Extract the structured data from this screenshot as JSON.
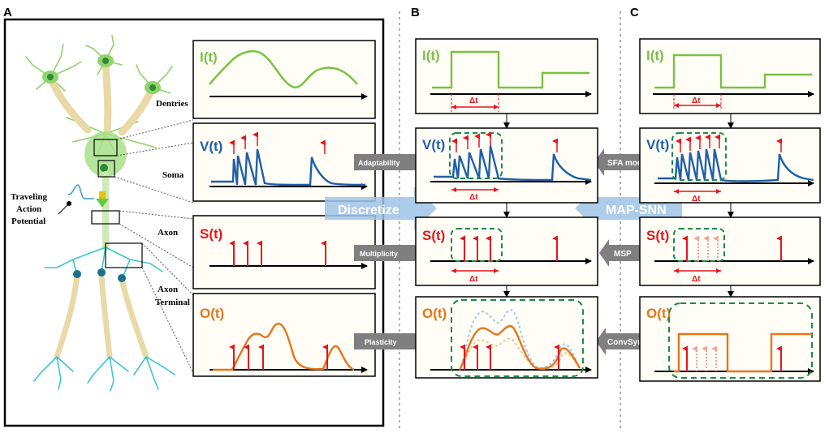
{
  "panels": {
    "a": {
      "letter": "A"
    },
    "b": {
      "letter": "B"
    },
    "c": {
      "letter": "C"
    }
  },
  "neuron_labels": {
    "dentries": "Dentries",
    "soma": "Soma",
    "traveling_1": "Traveling",
    "traveling_2": "Action",
    "traveling_3": "Potential",
    "axon": "Axon",
    "axon_terminal_1": "Axon",
    "axon_terminal_2": "Terminal"
  },
  "signals": {
    "current": "I(t)",
    "voltage": "V(t)",
    "spikes": "S(t)",
    "output": "O(t)"
  },
  "delta": "Δt",
  "arrows": {
    "adaptability": "Adaptability",
    "multiplicity": "Multiplicity",
    "plasticity": "Plasticity",
    "sfa_mode": "SFA mode",
    "msp": "MSP",
    "convsyn": "ConvSyn"
  },
  "big_arrows": {
    "discretize": "Discretize",
    "map_snn": "MAP-SNN"
  },
  "colors": {
    "current": "#7ac143",
    "voltage": "#1f5fa8",
    "spikes": "#e8141b",
    "output": "#e8741b",
    "dash_box": "#1a8a4c",
    "gray_arrow": "#7f7f7f",
    "big_arrow": "#9dc3e6",
    "neuron_green": "#8fd36b",
    "neuron_cyan": "#3cc6d0",
    "axon_tan": "#e9d9a6"
  },
  "icons": [
    "neuron-illustration",
    "down-arrow-icon",
    "spike-waveform-icon"
  ]
}
